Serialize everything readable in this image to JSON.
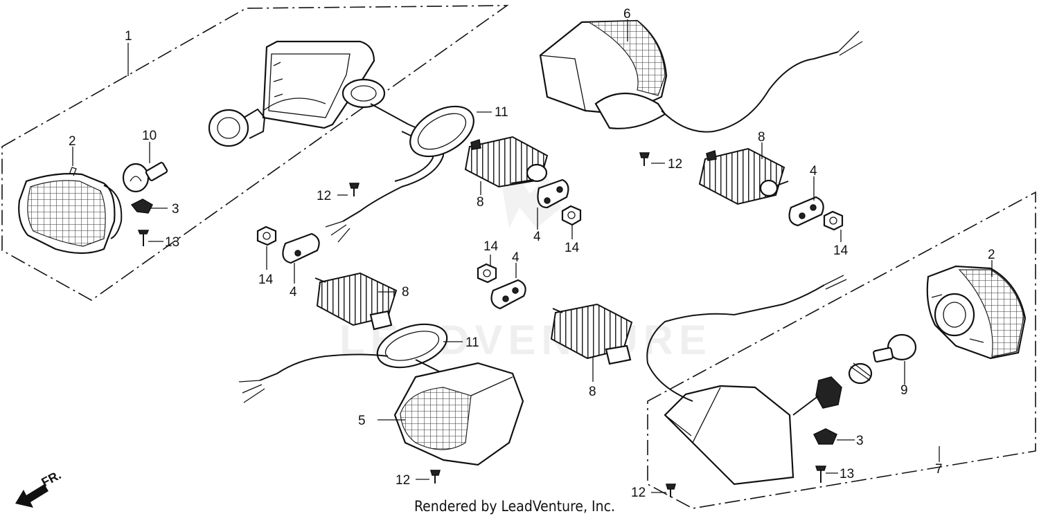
{
  "diagram": {
    "callouts": [
      {
        "id": "c1",
        "text": "1"
      },
      {
        "id": "c2a",
        "text": "2"
      },
      {
        "id": "c2b",
        "text": "2"
      },
      {
        "id": "c3a",
        "text": "3"
      },
      {
        "id": "c3b",
        "text": "3"
      },
      {
        "id": "c4a",
        "text": "4"
      },
      {
        "id": "c4b",
        "text": "4"
      },
      {
        "id": "c4c",
        "text": "4"
      },
      {
        "id": "c4d",
        "text": "4"
      },
      {
        "id": "c5",
        "text": "5"
      },
      {
        "id": "c6",
        "text": "6"
      },
      {
        "id": "c7",
        "text": "7"
      },
      {
        "id": "c8a",
        "text": "8"
      },
      {
        "id": "c8b",
        "text": "8"
      },
      {
        "id": "c8c",
        "text": "8"
      },
      {
        "id": "c8d",
        "text": "8"
      },
      {
        "id": "c9",
        "text": "9"
      },
      {
        "id": "c10",
        "text": "10"
      },
      {
        "id": "c11a",
        "text": "11"
      },
      {
        "id": "c11b",
        "text": "11"
      },
      {
        "id": "c12a",
        "text": "12"
      },
      {
        "id": "c12b",
        "text": "12"
      },
      {
        "id": "c12c",
        "text": "12"
      },
      {
        "id": "c12d",
        "text": "12"
      },
      {
        "id": "c13a",
        "text": "13"
      },
      {
        "id": "c13b",
        "text": "13"
      },
      {
        "id": "c14a",
        "text": "14"
      },
      {
        "id": "c14b",
        "text": "14"
      },
      {
        "id": "c14c",
        "text": "14"
      },
      {
        "id": "c14d",
        "text": "14"
      }
    ],
    "direction_label": "FR.",
    "footer": "Rendered by LeadVenture, Inc.",
    "watermark": "LEADVENTURE"
  }
}
